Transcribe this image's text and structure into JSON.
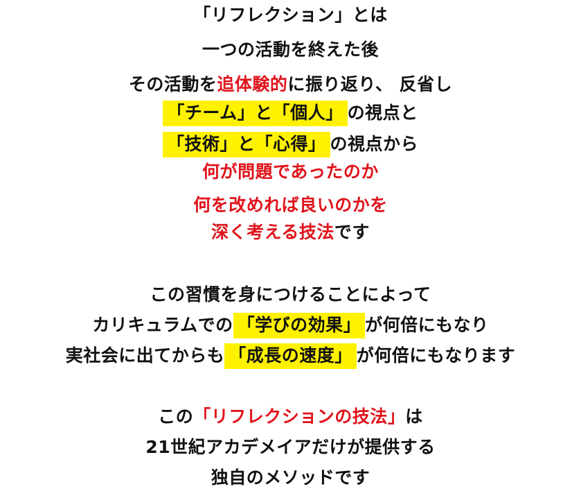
{
  "block1": {
    "line1": "「リフレクション」とは",
    "line2": "一つの活動を終えた後",
    "line3": {
      "a": "その活動を",
      "b": "追体験的",
      "c": "に振り返り、 反省し"
    },
    "line4": {
      "a": "「チーム」と「個人」",
      "b": "の視点と"
    },
    "line5": {
      "a": "「技術」と「心得」",
      "b": "の視点から"
    },
    "line6": "何が問題であったのか",
    "line7": "何を改めれば良いのかを",
    "line8": {
      "a": "深く考える技法",
      "b": "です"
    }
  },
  "block2": {
    "line1": "この習慣を身につけることによって",
    "line2": {
      "a": "カリキュラムでの",
      "b": "「学びの効果」",
      "c": "が何倍にもなり"
    },
    "line3": {
      "a": "実社会に出てからも",
      "b": "「成長の速度」",
      "c": "が何倍にもなります"
    }
  },
  "block3": {
    "line1": {
      "a": "この",
      "b": "「リフレクションの技法」",
      "c": "は"
    },
    "line2": "21世紀アカデメイアだけが提供する",
    "line3": "独自のメソッドです"
  },
  "colors": {
    "text": "#111111",
    "accent_red": "#e0131b",
    "highlight_yellow": "#fff200",
    "background": "#ffffff"
  }
}
